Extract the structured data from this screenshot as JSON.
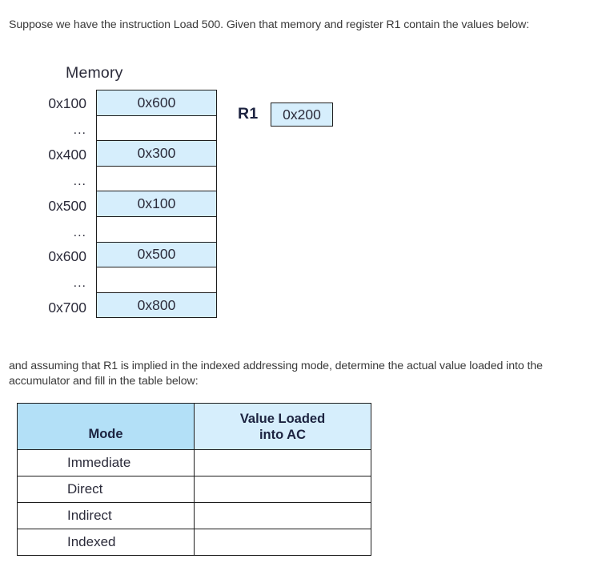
{
  "intro_paragraph": "Suppose we have the instruction Load 500. Given that memory and register R1 contain the values below:",
  "assume_paragraph": "and assuming that R1 is implied in the indexed addressing mode, determine the actual value loaded into the accumulator and fill in the table below:",
  "memory": {
    "title": "Memory",
    "rows": [
      {
        "address": "0x100",
        "value": "0x600",
        "filled": true
      },
      {
        "address": "...",
        "value": "",
        "filled": false
      },
      {
        "address": "0x400",
        "value": "0x300",
        "filled": true
      },
      {
        "address": "...",
        "value": "",
        "filled": false
      },
      {
        "address": "0x500",
        "value": "0x100",
        "filled": true
      },
      {
        "address": "...",
        "value": "",
        "filled": false
      },
      {
        "address": "0x600",
        "value": "0x500",
        "filled": true
      },
      {
        "address": "...",
        "value": "",
        "filled": false
      },
      {
        "address": "0x700",
        "value": "0x800",
        "filled": true
      }
    ]
  },
  "register": {
    "label": "R1",
    "value": "0x200"
  },
  "answer_table": {
    "headers": {
      "mode": "Mode",
      "value_line1": "Value Loaded",
      "value_line2": "into AC"
    },
    "rows": [
      {
        "mode": "Immediate",
        "value": ""
      },
      {
        "mode": "Direct",
        "value": ""
      },
      {
        "mode": "Indirect",
        "value": ""
      },
      {
        "mode": "Indexed",
        "value": ""
      }
    ]
  },
  "colors": {
    "cell_fill": "#d6eefc",
    "header_fill_left": "#b3e0f7",
    "header_fill_right": "#d6eefc",
    "border": "#1d1d1d",
    "body_text": "#3a3a3a",
    "heading_text": "#1c2340"
  }
}
